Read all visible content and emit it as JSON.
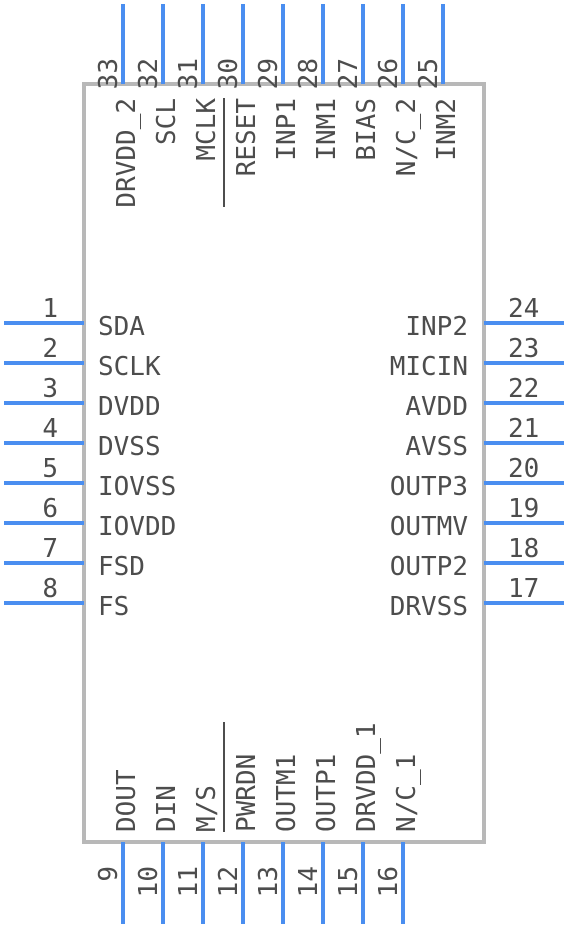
{
  "component": {
    "outline_color": "#b8b8b8",
    "pin_color": "#4a8ef0",
    "text_color": "#4d4d4d"
  },
  "pins": {
    "left": [
      {
        "number": "1",
        "label": "SDA"
      },
      {
        "number": "2",
        "label": "SCLK"
      },
      {
        "number": "3",
        "label": "DVDD"
      },
      {
        "number": "4",
        "label": "DVSS"
      },
      {
        "number": "5",
        "label": "IOVSS"
      },
      {
        "number": "6",
        "label": "IOVDD"
      },
      {
        "number": "7",
        "label": "FSD"
      },
      {
        "number": "8",
        "label": "FS"
      }
    ],
    "right": [
      {
        "number": "24",
        "label": "INP2"
      },
      {
        "number": "23",
        "label": "MICIN"
      },
      {
        "number": "22",
        "label": "AVDD"
      },
      {
        "number": "21",
        "label": "AVSS"
      },
      {
        "number": "20",
        "label": "OUTP3"
      },
      {
        "number": "19",
        "label": "OUTMV"
      },
      {
        "number": "18",
        "label": "OUTP2"
      },
      {
        "number": "17",
        "label": "DRVSS"
      }
    ],
    "bottom": [
      {
        "number": "9",
        "label": "DOUT"
      },
      {
        "number": "10",
        "label": "DIN"
      },
      {
        "number": "11",
        "label": "M/S"
      },
      {
        "number": "12",
        "label": "PWRDN",
        "overline": true
      },
      {
        "number": "13",
        "label": "OUTM1"
      },
      {
        "number": "14",
        "label": "OUTP1"
      },
      {
        "number": "15",
        "label": "DRVDD_1"
      },
      {
        "number": "16",
        "label": "N/C_1"
      }
    ],
    "top": [
      {
        "number": "33",
        "label": "DRVDD_2"
      },
      {
        "number": "32",
        "label": "SCL"
      },
      {
        "number": "31",
        "label": "MCLK"
      },
      {
        "number": "30",
        "label": "RESET",
        "overline": true
      },
      {
        "number": "29",
        "label": "INP1"
      },
      {
        "number": "28",
        "label": "INM1"
      },
      {
        "number": "27",
        "label": "BIAS"
      },
      {
        "number": "26",
        "label": "N/C_2"
      },
      {
        "number": "25",
        "label": "INM2"
      }
    ]
  }
}
